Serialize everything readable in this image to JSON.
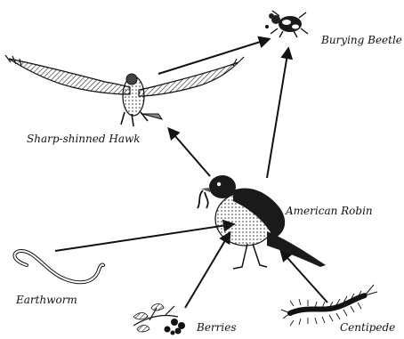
{
  "labels": {
    "beetle": "Burying Beetle",
    "hawk": "Sharp-shinned Hawk",
    "robin": "American Robin",
    "earthworm": "Earthworm",
    "berries": "Berries",
    "centipede": "Centipede"
  },
  "colors": {
    "ink": "#111111",
    "background": "#ffffff"
  }
}
